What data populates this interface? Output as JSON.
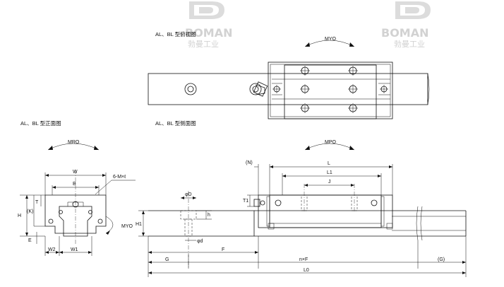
{
  "watermark": {
    "brand": "BOMAN",
    "brand_cn": "勃曼工业"
  },
  "views": {
    "top_view_title": "AL、BL 型俯视图",
    "front_view_title": "AL、BL 型正面图",
    "side_view_title": "AL、BL 型侧面图"
  },
  "moments": {
    "yo_top": "MYO",
    "ro_front": "MRO",
    "yo_front": "MYO",
    "po_side": "MPO"
  },
  "dims_front": {
    "W": "W",
    "B": "B",
    "bolt": "6-M×ℓ",
    "T": "T",
    "K": "(K)",
    "H": "H",
    "E": "E",
    "W2": "W2",
    "W1": "W1"
  },
  "dims_side": {
    "N": "(N)",
    "L": "L",
    "L1": "L1",
    "J": "J",
    "T1": "T1",
    "D": "φD",
    "h": "h",
    "H1": "H1",
    "d": "φd",
    "G": "G",
    "F": "F",
    "nF": "n×F",
    "G2": "(G)",
    "L0": "L0"
  },
  "colors": {
    "line": "#111111",
    "watermark": "#d2d2d2"
  }
}
